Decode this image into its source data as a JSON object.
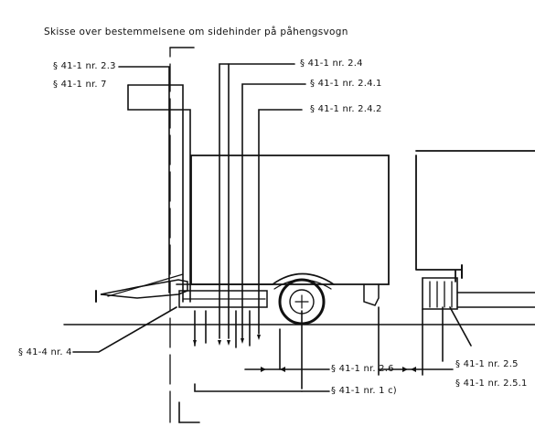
{
  "title": "Skisse over bestemmelsene om sidehinder på påhengsvogn",
  "labels": {
    "l_2_3": "§ 41-1 nr. 2.3",
    "l_7": "§ 41-1 nr. 7",
    "l_2_4": "§ 41-1 nr. 2.4",
    "l_2_4_1": "§ 41-1 nr. 2.4.1",
    "l_2_4_2": "§ 41-1 nr. 2.4.2",
    "l_4": "§ 41-4 nr. 4",
    "l_2_6": "§ 41-1 nr. 2.6",
    "l_1c": "§ 41-1 nr. 1 c)",
    "l_2_5": "§ 41-1 nr. 2.5",
    "l_2_5_1": "§ 41-1 nr. 2.5.1"
  }
}
